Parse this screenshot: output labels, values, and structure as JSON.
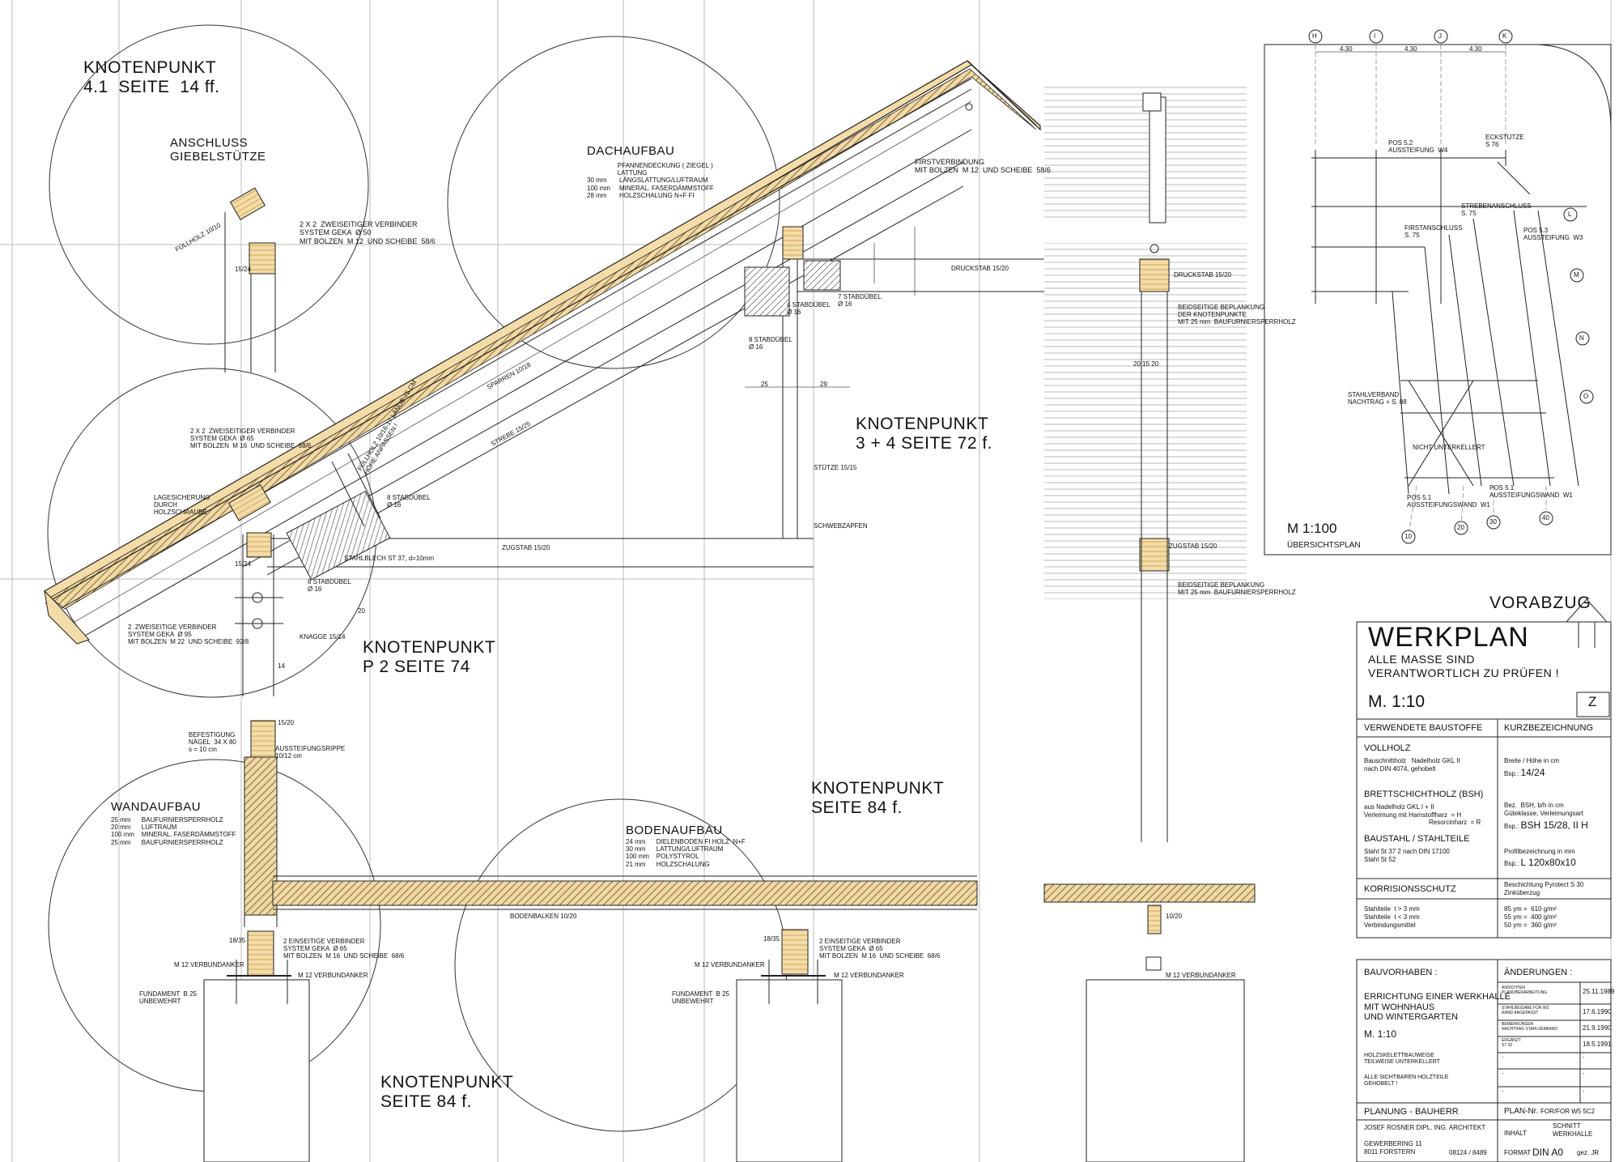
{
  "knots": {
    "k41_title": "KNOTENPUNKT",
    "k41_sub": "4.1  SEITE  14 ff.",
    "k34_title": "KNOTENPUNKT",
    "k34_sub": "3 + 4  SEITE  72 f.",
    "kp2_title": "KNOTENPUNKT",
    "kp2_sub": "P 2  SEITE  74",
    "k84a_title": "KNOTENPUNKT",
    "k84a_sub": "SEITE  84 f.",
    "k84b_title": "KNOTENPUNKT",
    "k84b_sub": "SEITE  84 f."
  },
  "labels": {
    "anschluss": "ANSCHLUSS\nGIEBELSTÜTZE",
    "fuellholz_a": "FÜLLHOLZ 10/10",
    "verbinder_50": "2 X 2  ZWEISEITIGER VERBINDER\nSYSTEM GEKA  Ø 50\nMIT BOLZEN  M 12  UND SCHEIBE  58/6",
    "dim_15_24_a": "15/24",
    "dachaufbau_title": "DACHAUFBAU",
    "dachaufbau_lines": "                 PFANNENDECKUNG ( ZIEGEL )\n                 LATTUNG\n30 mm       LÄNGSLATTUNG/LUFTRAUM\n100 mm     MINERAL. FASERDÄMMSTOFF\n28 mm       HOLZSCHALUNG N+F FI",
    "firstverbindung": "FIRSTVERBINDUNG\nMIT BOLZEN  M 12  UND SCHEIBE  58/6",
    "druckstab": "DRUCKSTAB 15/20",
    "druckstab2": "DRUCKSTAB 15/20",
    "stabduebel_4": "4 STABDÜBEL\nØ 16",
    "stabduebel_7": "7 STABDÜBEL\nØ 16",
    "stabduebel_8a": "8 STABDÜBEL\nØ 16",
    "dim_25": "25",
    "dim_29": "29",
    "sparren": "SPARREN  10/18",
    "strebe": "STREBE  15/25",
    "stuetze": "STÜTZE 15/15",
    "schwebzapfen": "SCHWEBZAPFEN",
    "zugstab": "ZUGSTAB 15/20",
    "zugstab2": "ZUGSTAB 15/20",
    "verbinder_65_top": "2 X 2  ZWEISEITIGER VERBINDER\nSYSTEM GEKA  Ø 65\nMIT BOLZEN  M 16  UND SCHEIBE  68/6",
    "lagesicherung": "LAGESICHERUNG\nDURCH\nHOLZSCHRAUBE",
    "fuellholz_b": "FÜLLHOLZ 10/16-17 LÄNGE 75 CM\nHÖHE ANPASSEN !",
    "stabduebel_8b": "8 STABDÜBEL\nØ 16",
    "stabduebel_8c": "8 STABDÜBEL\nØ 16",
    "stahlblech": "STAHLBLECH  ST 37, d=10mm",
    "dim_15_24_b": "15/24",
    "verbinder_95": "2  ZWEISEITIGE VERBINDER\nSYSTEM GEKA  Ø 95\nMIT BOLZEN  M 22  UND SCHEIBE  92/8",
    "knagge": "KNAGGE  15/14",
    "dim_14": "14",
    "dim_20_v": "20",
    "beplankung1": "BEIDSEITIGE BEPLANKUNG\nDER KNOTENPUNKTE\nMIT 25 mm  BAUFURNIERSPERRHOLZ",
    "beplankung2": "BEIDSEITIGE BEPLANKUNG\nMIT 25 mm  BAUFURNIERSPERRHOLZ",
    "dim_20_15_20": "20       15      20",
    "befestigung": "BEFESTIGUNG\nNÄGEL  34 X 80\ns = 10 cm",
    "dim_15_20": "15/20",
    "aussteifungsrippe": "AUSSTEIFUNGSRIPPE\n10/12 cm",
    "wandaufbau_title": "WANDAUFBAU",
    "wandaufbau_lines": "25 mm      BAUFURNIERSPERRHOLZ\n20 mm      LUFTRAUM\n100 mm    MINERAL. FASERDÄMMSTOFF\n25 mm      BAUFURNIERSPERRHOLZ",
    "bodenaufbau_title": "BODENAUFBAU",
    "bodenaufbau_lines": "24 mm      DIELENBODEN FI HOLZ  N+F\n30 mm      LATTUNG/LUFTRAUM\n100 mm    POLYSTYROL\n21 mm      HOLZSCHALUNG",
    "bodenbalken": "BODENBALKEN  10/20",
    "dim_10_20": "10/20",
    "dim_18_35a": "18/35",
    "dim_18_35b": "18/35",
    "verbinder_65_a": "2 EINSEITIGE VERBINDER\nSYSTEM GEKA  Ø 65\nMIT BOLZEN  M 16  UND SCHEIBE  68/6",
    "verbinder_65_b": "2 EINSEITIGE VERBINDER\nSYSTEM GEKA  Ø 65\nMIT BOLZEN  M 16  UND SCHEIBE  68/6",
    "m12_a1": "M 12  VERBUNDANKER",
    "m12_a2": "M 12  VERBUNDANKER",
    "m12_b1": "M 12  VERBUNDANKER",
    "m12_b2": "M 12  VERBUNDANKER",
    "m12_c": "M 12  VERBUNDANKER",
    "fundament_a": "FUNDAMENT  B 25\nUNBEWEHRT",
    "fundament_b": "FUNDAMENT  B 25\nUNBEWEHRT"
  },
  "plan": {
    "scale": "M 1:100",
    "title": "ÜBERSICHTSPLAN",
    "grid_top": [
      "H",
      "I",
      "J",
      "K"
    ],
    "grid_right": [
      "L",
      "M",
      "N",
      "O"
    ],
    "grid_bottom": [
      "10",
      "20",
      "30",
      "40"
    ],
    "dims_top": [
      "4.30",
      "4.30",
      "4.30"
    ],
    "pos52": "POS 5.2\nAUSSTEIFUNG  W4",
    "eckstuetze": "ECKSTÜTZE\nS 76",
    "firstanschluss": "FIRSTANSCHLUSS\nS. 75",
    "strebenanschluss": "STREBENANSCHLUSS\nS. 75",
    "pos53": "POS 5.3\nAUSSTEIFUNG  W3",
    "stahlverband": "STAHLVERBAND\nNACHTRAG + S. 88",
    "nicht_unterkellert": "NICHT UNTERKELLERT",
    "pos51a": "POS 5.1\nAUSSTEIFUNGSWAND  W1",
    "pos51b": "POS 5.1\nAUSSTEIFUNGSWAND  W1"
  },
  "titleblock": {
    "vorabzug": "VORABZUG",
    "werkplan": "WERKPLAN",
    "pruefen": "ALLE MASSE SIND\nVERANTWORTLICH ZU PRÜFEN !",
    "scale": "M. 1:10",
    "north": "Z",
    "col_baustoffe": "VERWENDETE BAUSTOFFE",
    "col_kurz": "KURZBEZEICHNUNG",
    "vollholz": "VOLLHOLZ",
    "vollholz_desc": "Bauschnittholz   Nadelholz GKL II\nnach DIN 4074, gehobelt",
    "vollholz_kurz": "Breite / Höhe in cm",
    "vollholz_bsp_label": "Bsp.:",
    "vollholz_bsp": "14/24",
    "bsh": "BRETTSCHICHTHOLZ (BSH)",
    "bsh_desc": "aus Nadelholz GKL I + II\nVerleimung mit Harnstoffharz  = H\n                                    Resorcinharz  = R",
    "bsh_kurz": "Bez.  BSH, b/h in cm\nGüteklasse, Verleimungsart",
    "bsh_bsp_label": "Bsp.:",
    "bsh_bsp": "BSH 15/28, II H",
    "stahl": "BAUSTAHL / STAHLTEILE",
    "stahl_desc": "Stahl St 37 2 nach DIN 17100\nStahl St 52",
    "stahl_kurz": "Profilbezeichnung in mm",
    "stahl_bsp_label": "Bsp.:",
    "stahl_bsp": "L 120x80x10",
    "korr": "KORRISIONSSCHUTZ",
    "korr_kurz": "Beschichtung Pyrotect S 30\nZinküberzug",
    "korr_desc": "Stahlteile  t > 3 mm\nStahlteile  t < 3 mm\nVerbindungsmittel",
    "korr_vals": "85 ym =  610 g/m²\n55 ym =  400 g/m²\n50 ym =  360 g/m²",
    "bauvorhaben": "BAUVORHABEN :",
    "aenderungen": "ÄNDERUNGEN :",
    "project": "ERRICHTUNG EINER WERKHALLE\nMIT WOHNHAUS\nUND WINTERGARTEN",
    "project_scale": "M. 1:10",
    "holzskelett": "HOLZSKELETTBAUWEISE\nTEILWEISE UNTERKELLERT",
    "sichtbar": "ALLE SICHTBAREN HOLZTEILE\nGEHOBELT !",
    "changes": [
      {
        "text": "ANSICHTEN\nPLANÜBERARBEITUNG",
        "date": "25.11.1989"
      },
      {
        "text": "STAHLBEIGABE FÜR W3\nRAND ANGEPASST",
        "date": "17.6.1990"
      },
      {
        "text": "BEMERKUNGEN\nNACHTRAG STAHLVERBAND",
        "date": "21.9.1990"
      },
      {
        "text": "ERGÄNZT\nST 52",
        "date": "18.5.1991"
      },
      {
        "text": "-",
        "date": "-"
      },
      {
        "text": "-",
        "date": "-"
      },
      {
        "text": "-",
        "date": "-"
      }
    ],
    "planung": "PLANUNG - BAUHERR",
    "plan_nr_label": "PLAN-Nr.",
    "plan_nr": "FOR/FOR W5 5C2",
    "architect": "JOSEF ROSNER  DIPL. ING.   ARCHITEKT",
    "address": "GEWERBERING 11\n8011 FORSTERN",
    "phone": "08124 / 8489",
    "inhalt_label": "INHALT",
    "inhalt": "SCHNITT\nWERKHALLE",
    "format_label": "FORMAT",
    "format": "DIN A0",
    "gez": "gez.  JR"
  }
}
